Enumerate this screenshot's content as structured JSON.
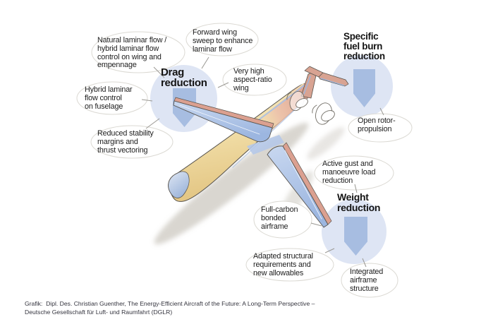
{
  "colors": {
    "circle-fill": "#dee5f4",
    "arrow-fill": "#a7bde1",
    "heading-color": "#141414",
    "callout-text": "#1d1d1d",
    "caption-color": "#34343e",
    "fuselage-cream": "#f2dfa9",
    "nose-blue": "#9db5da",
    "wing-blue": "#9cb6e0",
    "wing-salmon": "#dba090",
    "rear-salmon": "#da9b8a",
    "outline": "#57534d",
    "connector-line": "#9a9893",
    "bubble-stroke": "#dbd9d3"
  },
  "sections": {
    "drag_reduction": {
      "title": "Drag\nreduction",
      "icon": "down-arrow",
      "callouts": {
        "natural_laminar": {
          "text": "Natural laminar flow /\nhybrid laminar flow\ncontrol on wing and\nempennage"
        },
        "forward_sweep": {
          "text": "Forward wing\nsweep to enhance\nlaminar flow"
        },
        "high_aspect": {
          "text": "Very high\naspect-ratio\nwing"
        },
        "hybrid_fuselage": {
          "text": "Hybrid laminar\nflow control\non fuselage"
        },
        "reduced_stability": {
          "text": "Reduced stability\nmargins and\nthrust vectoring"
        }
      }
    },
    "specific_fuel_burn": {
      "title": "Specific\nfuel burn\nreduction",
      "icon": "down-arrow",
      "callouts": {
        "open_rotor": {
          "text": "Open rotor-\npropulsion"
        }
      }
    },
    "weight_reduction": {
      "title": "Weight\nreduction",
      "icon": "down-arrow",
      "callouts": {
        "active_gust": {
          "text": "Active gust and\nmanoeuvre load\nreduction"
        },
        "full_carbon": {
          "text": "Full-carbon\nbonded\nairframe"
        },
        "adapted_structural": {
          "text": "Adapted structural\nrequirements and\nnew allowables"
        },
        "integrated_airframe": {
          "text": "Integrated\nairframe\nstructure"
        }
      }
    }
  },
  "caption": "Grafik:  Dipl. Des. Christian Guenther, The Energy-Efficient Aircraft of the Future: A Long-Term Perspective –\nDeutsche Gesellschaft für Luft- und Raumfahrt (DGLR)"
}
